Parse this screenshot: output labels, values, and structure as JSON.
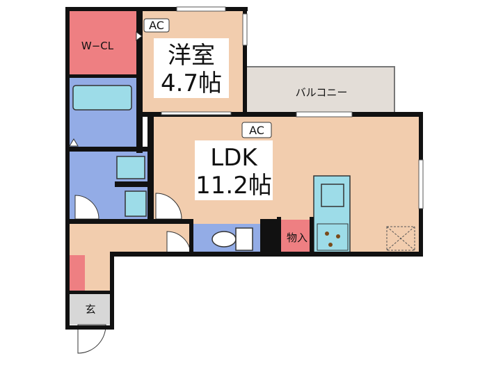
{
  "plan": {
    "rooms": {
      "western_room": {
        "name": "洋室",
        "size": "4.7帖"
      },
      "ldk": {
        "name": "LDK",
        "size": "11.2帖"
      },
      "walk_in_closet": {
        "name": "W−CL"
      },
      "balcony": {
        "name": "バルコニー"
      },
      "storage": {
        "name": "物入"
      },
      "entrance": {
        "name": "玄"
      }
    },
    "ac_units": {
      "western_room": "AC",
      "ldk": "AC"
    }
  },
  "colors": {
    "floor": "#F2CDAE",
    "wet_area": "#93ACE6",
    "closet": "#EE7F82",
    "fixture_cyan": "#9DDCE8",
    "balcony": "#E3DDD7",
    "entrance_floor": "#D7D7D7",
    "wall": "#111111"
  }
}
